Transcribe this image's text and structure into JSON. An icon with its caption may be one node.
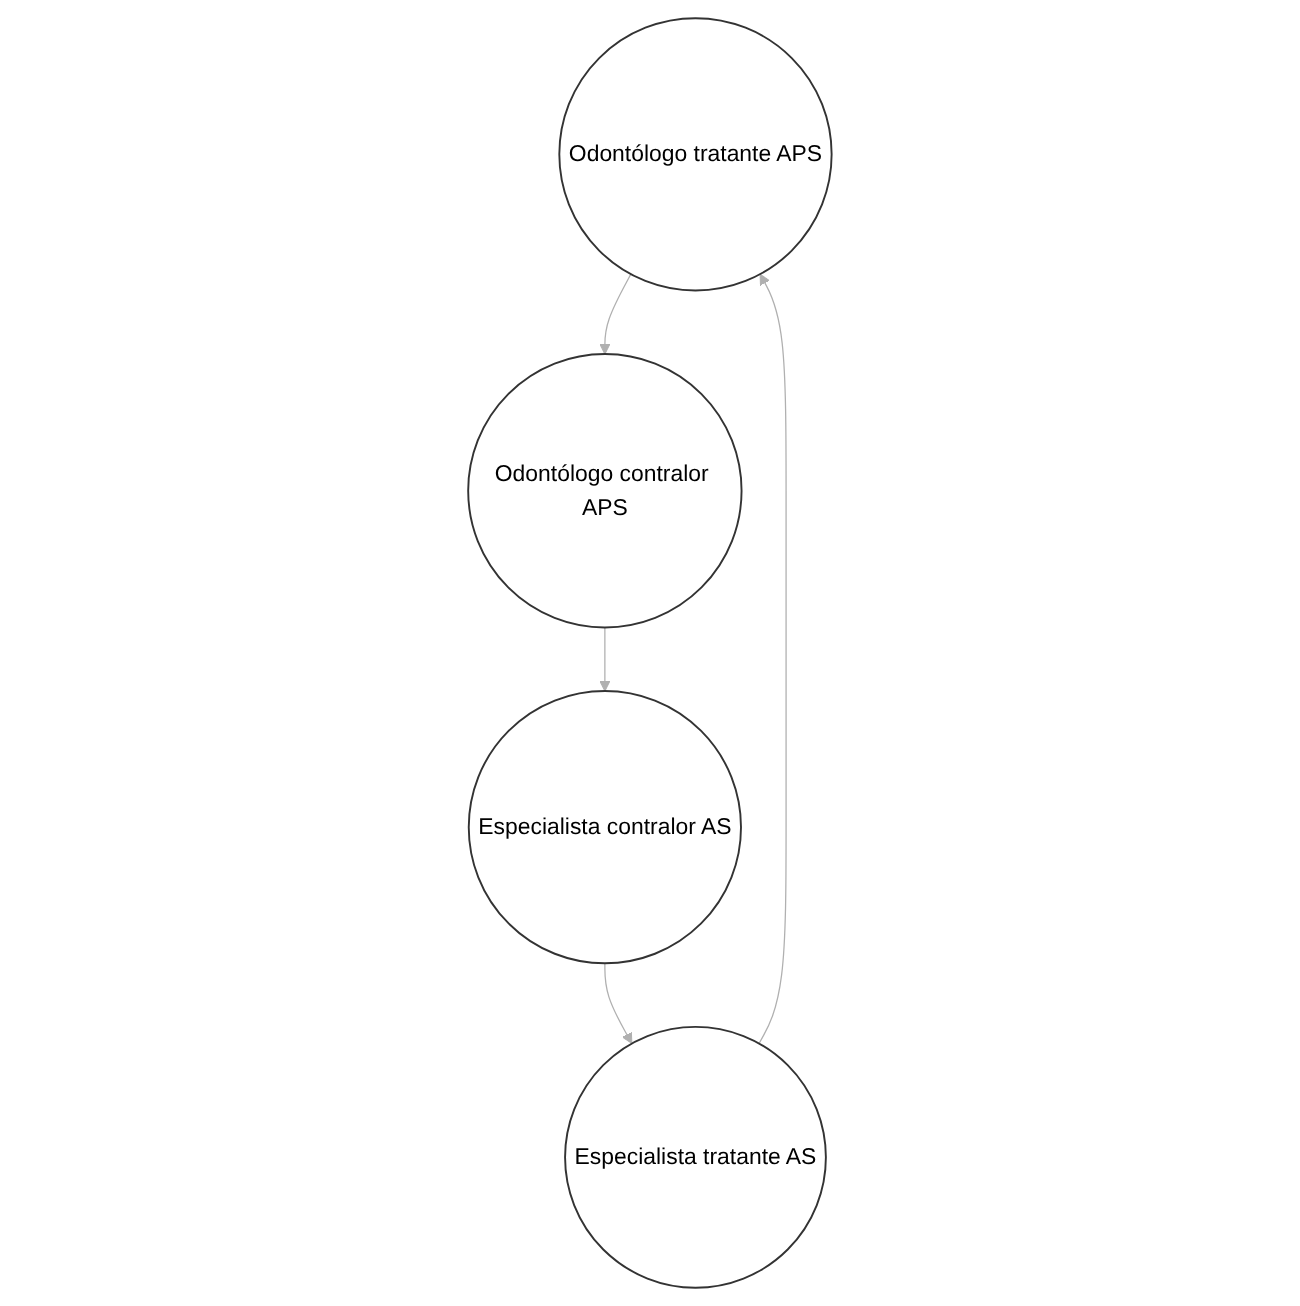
{
  "diagram": {
    "nodes": [
      {
        "text": [
          "Odontólogo tratante APS"
        ]
      },
      {
        "text": [
          "Especialista tratante AS"
        ]
      },
      {
        "text": [
          "Odontólogo contralor APS"
        ]
      },
      {
        "text": [
          "Especialista contralor AS"
        ]
      }
    ],
    "edges": [
      {
        "from": 0,
        "to": 2,
        "arrow": "to"
      },
      {
        "from": 2,
        "to": 3,
        "arrow": "to"
      },
      {
        "from": 3,
        "to": 1,
        "arrow": "to"
      },
      {
        "from": 1,
        "to": 0,
        "arrow": "to"
      }
    ]
  }
}
